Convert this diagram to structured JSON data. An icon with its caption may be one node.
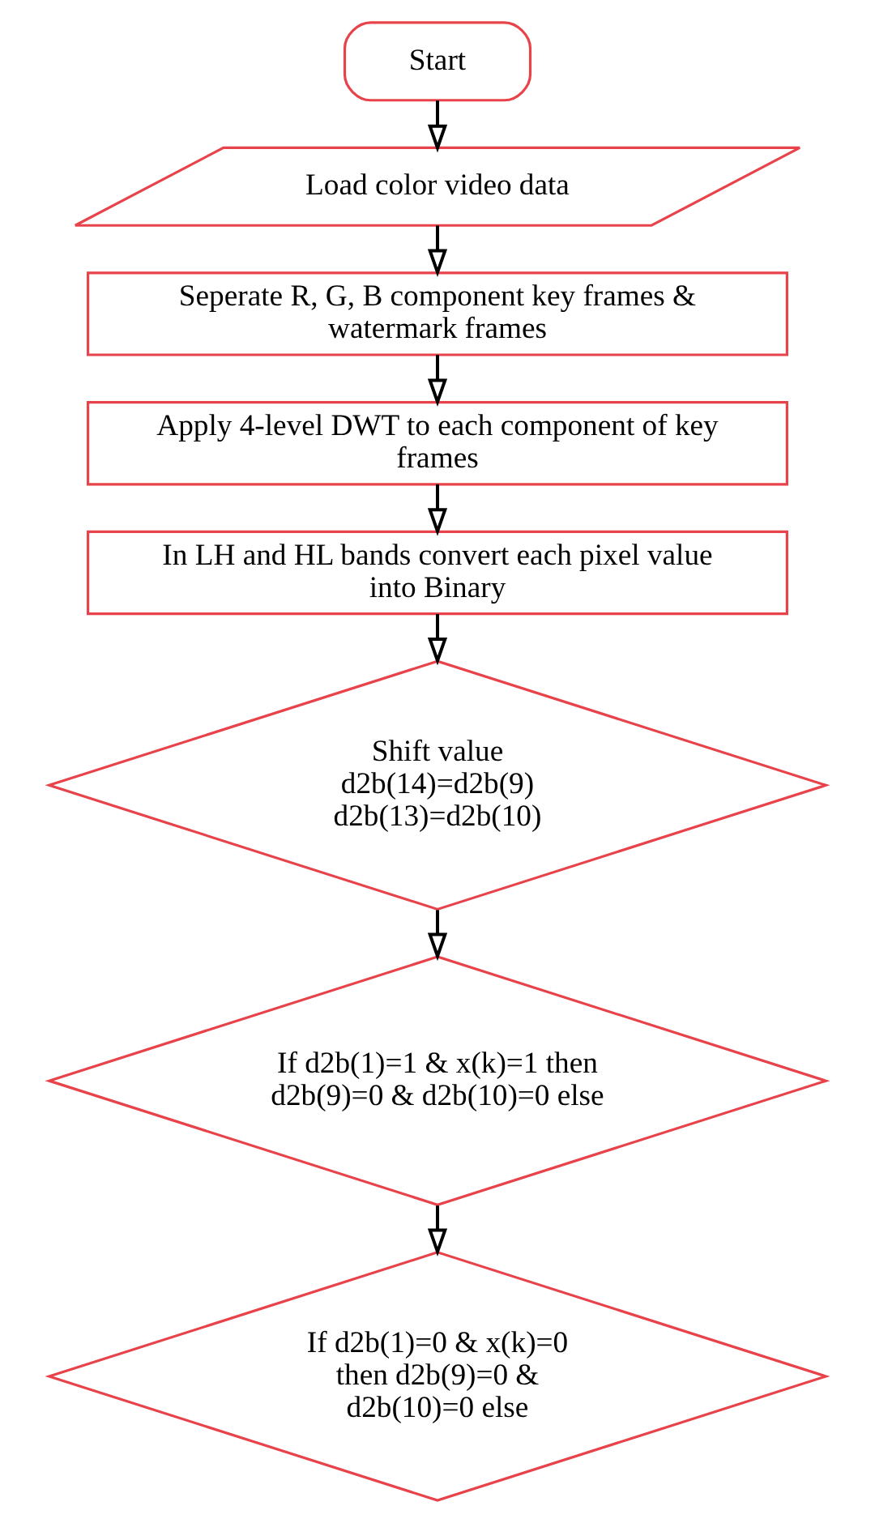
{
  "diagram": {
    "nodes": [
      {
        "text": [
          "Start"
        ]
      },
      {
        "text": [
          "Load color video data"
        ]
      },
      {
        "text": [
          "Seperate R, G, B component key frames & watermark frames"
        ]
      },
      {
        "text": [
          "Apply 4-level DWT to each component of key frames"
        ]
      },
      {
        "text": [
          "In LH and HL bands convert each pixel value into Binary"
        ]
      },
      {
        "text": [
          "Shift value d2b(14)=d2b(9) d2b(13)=d2b(10)"
        ]
      },
      {
        "text": [
          "If d2b(1)=1 & x(k)=1 then d2b(9)=0 & d2b(10)=0 else"
        ]
      },
      {
        "text": [
          "If d2b(1)=0 & x(k)=0 then d2b(9)=0 & d2b(10)=0 else"
        ]
      }
    ],
    "edges": [
      {
        "from": 0,
        "to": 1,
        "arrow": "to"
      },
      {
        "from": 1,
        "to": 2,
        "arrow": "to"
      },
      {
        "from": 2,
        "to": 3,
        "arrow": "to"
      },
      {
        "from": 3,
        "to": 4,
        "arrow": "to"
      },
      {
        "from": 4,
        "to": 5,
        "arrow": "to"
      },
      {
        "from": 5,
        "to": 6,
        "arrow": "to"
      },
      {
        "from": 6,
        "to": 7,
        "arrow": "to"
      }
    ]
  }
}
